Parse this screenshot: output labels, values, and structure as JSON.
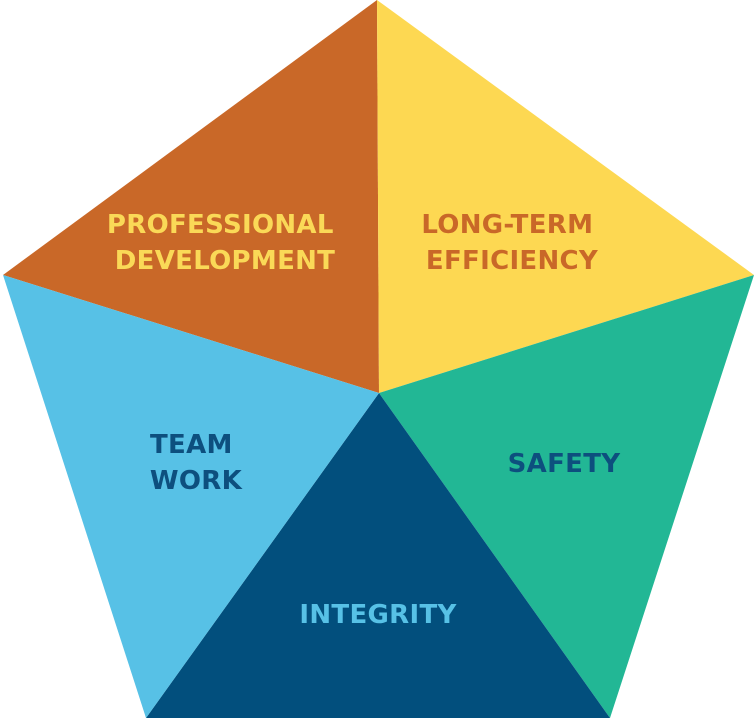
{
  "segments": [
    {
      "id": "professional-development",
      "lines": [
        "PROFESSIONAL",
        "DEVELOPMENT"
      ],
      "fill": "#C96828",
      "text_color": "#FAD957"
    },
    {
      "id": "long-term-efficiency",
      "lines": [
        "LONG-TERM",
        "EFFICIENCY"
      ],
      "fill": "#FDD852",
      "text_color": "#C96828"
    },
    {
      "id": "safety",
      "lines": [
        "SAFETY"
      ],
      "fill": "#22B795",
      "text_color": "#0D4F7E"
    },
    {
      "id": "integrity",
      "lines": [
        "INTEGRITY"
      ],
      "fill": "#024F7D",
      "text_color": "#57C1E6"
    },
    {
      "id": "team-work",
      "lines": [
        "TEAM",
        "WORK"
      ],
      "fill": "#57C1E6",
      "text_color": "#0D4F7E"
    }
  ]
}
